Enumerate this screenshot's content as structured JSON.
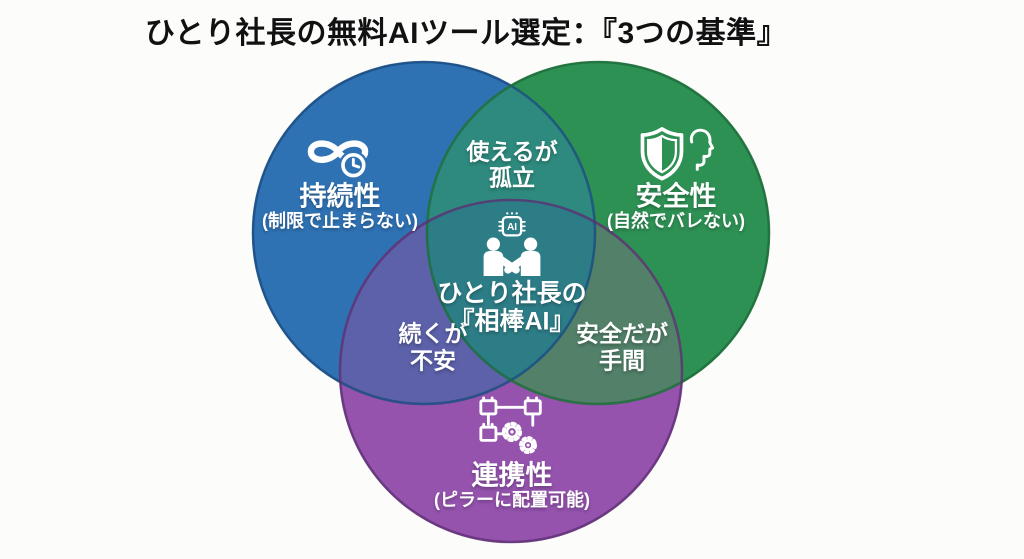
{
  "title": "ひとり社長の無料AIツール選定：『3つの基準』",
  "colors": {
    "background": "#fcfcfb",
    "title_text": "#111111",
    "label_text": "#ffffff",
    "blue": "#2f72b4",
    "blue_edge": "#1b4b7e",
    "green": "#2e9154",
    "green_edge": "#1d6b3a",
    "purple": "#9553ae",
    "purple_edge": "#5c2e72",
    "blue_green": "#2e8a7e",
    "blue_purple": "#5c61a9",
    "green_purple": "#528069",
    "center": "#2d7d87"
  },
  "circles": {
    "sustainability": {
      "label": "持続性",
      "sublabel": "(制限で止まらない)"
    },
    "safety": {
      "label": "安全性",
      "sublabel": "(自然でバレない)"
    },
    "integration": {
      "label": "連携性",
      "sublabel": "(ピラーに配置可能)"
    }
  },
  "overlaps": {
    "usable_but_isolated": {
      "line1": "使えるが",
      "line2": "孤立"
    },
    "lasting_but_anxious": {
      "line1": "続くが",
      "line2": "不安"
    },
    "safe_but_tedious": {
      "line1": "安全だが",
      "line2": "手間"
    }
  },
  "center": {
    "line1": "ひとり社長の",
    "line2": "『相棒AI』",
    "chip_label": "AI"
  }
}
